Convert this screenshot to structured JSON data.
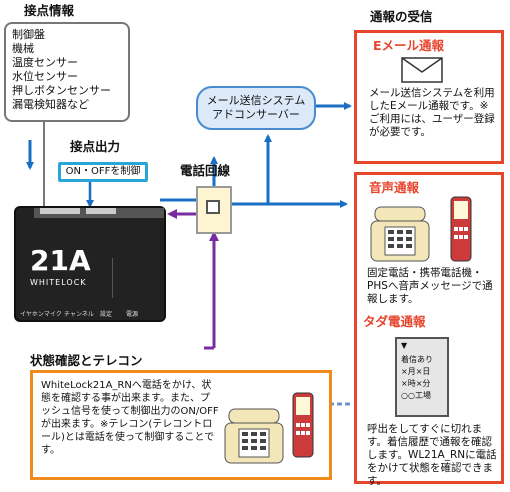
{
  "contacts": {
    "title": "接点情報",
    "items": [
      "制御盤",
      "機械",
      "温度センサー",
      "水位センサー",
      "押しボタンセンサー",
      "漏電検知器など"
    ]
  },
  "contact_output": {
    "title": "接点出力",
    "onoff_label": "ON・OFFを制御"
  },
  "phone_line": {
    "label": "電話回線"
  },
  "device": {
    "model": "21A",
    "brand": "WHITELOCK",
    "panel_labels": [
      "イヤホンマイク",
      "チャンネル",
      "設定",
      "電源"
    ]
  },
  "server": {
    "line1": "メール送信システム",
    "line2": "アドコンサーバー"
  },
  "notify": {
    "title": "通報の受信",
    "email": {
      "title": "Eメール通報",
      "text": "メール送信システムを利用したEメール通報です。※ご利用には、ユーザー登録が必要です。"
    },
    "voice": {
      "title": "音声通報",
      "text": "固定電話・携帯電話機・PHSへ音声メッセージで通報します。"
    },
    "tada": {
      "title": "タダ電通報",
      "text": "呼出をしてすぐに切れます。着信履歴で通報を確認します。WL21A_RNに電話をかけて状態を確認できます。",
      "screen_lines": [
        "着信あり",
        "×月×日",
        "×時×分",
        "○○工場"
      ]
    }
  },
  "status": {
    "title": "状態確認とテレコン",
    "text": "WhiteLock21A_RNへ電話をかけ、状態を確認する事が出来ます。また、プッシュ信号を使って制御出力のON/OFFが出来ます。※テレコン(テレコントロール)とは電話を使って制御することです。"
  },
  "colors": {
    "blue_arrow": "#1a6fc4",
    "purple_arrow": "#7a2b9e",
    "red_box": "#e8452d",
    "orange_box": "#f08a1c",
    "cloud_fill": "#dbe9f8"
  }
}
